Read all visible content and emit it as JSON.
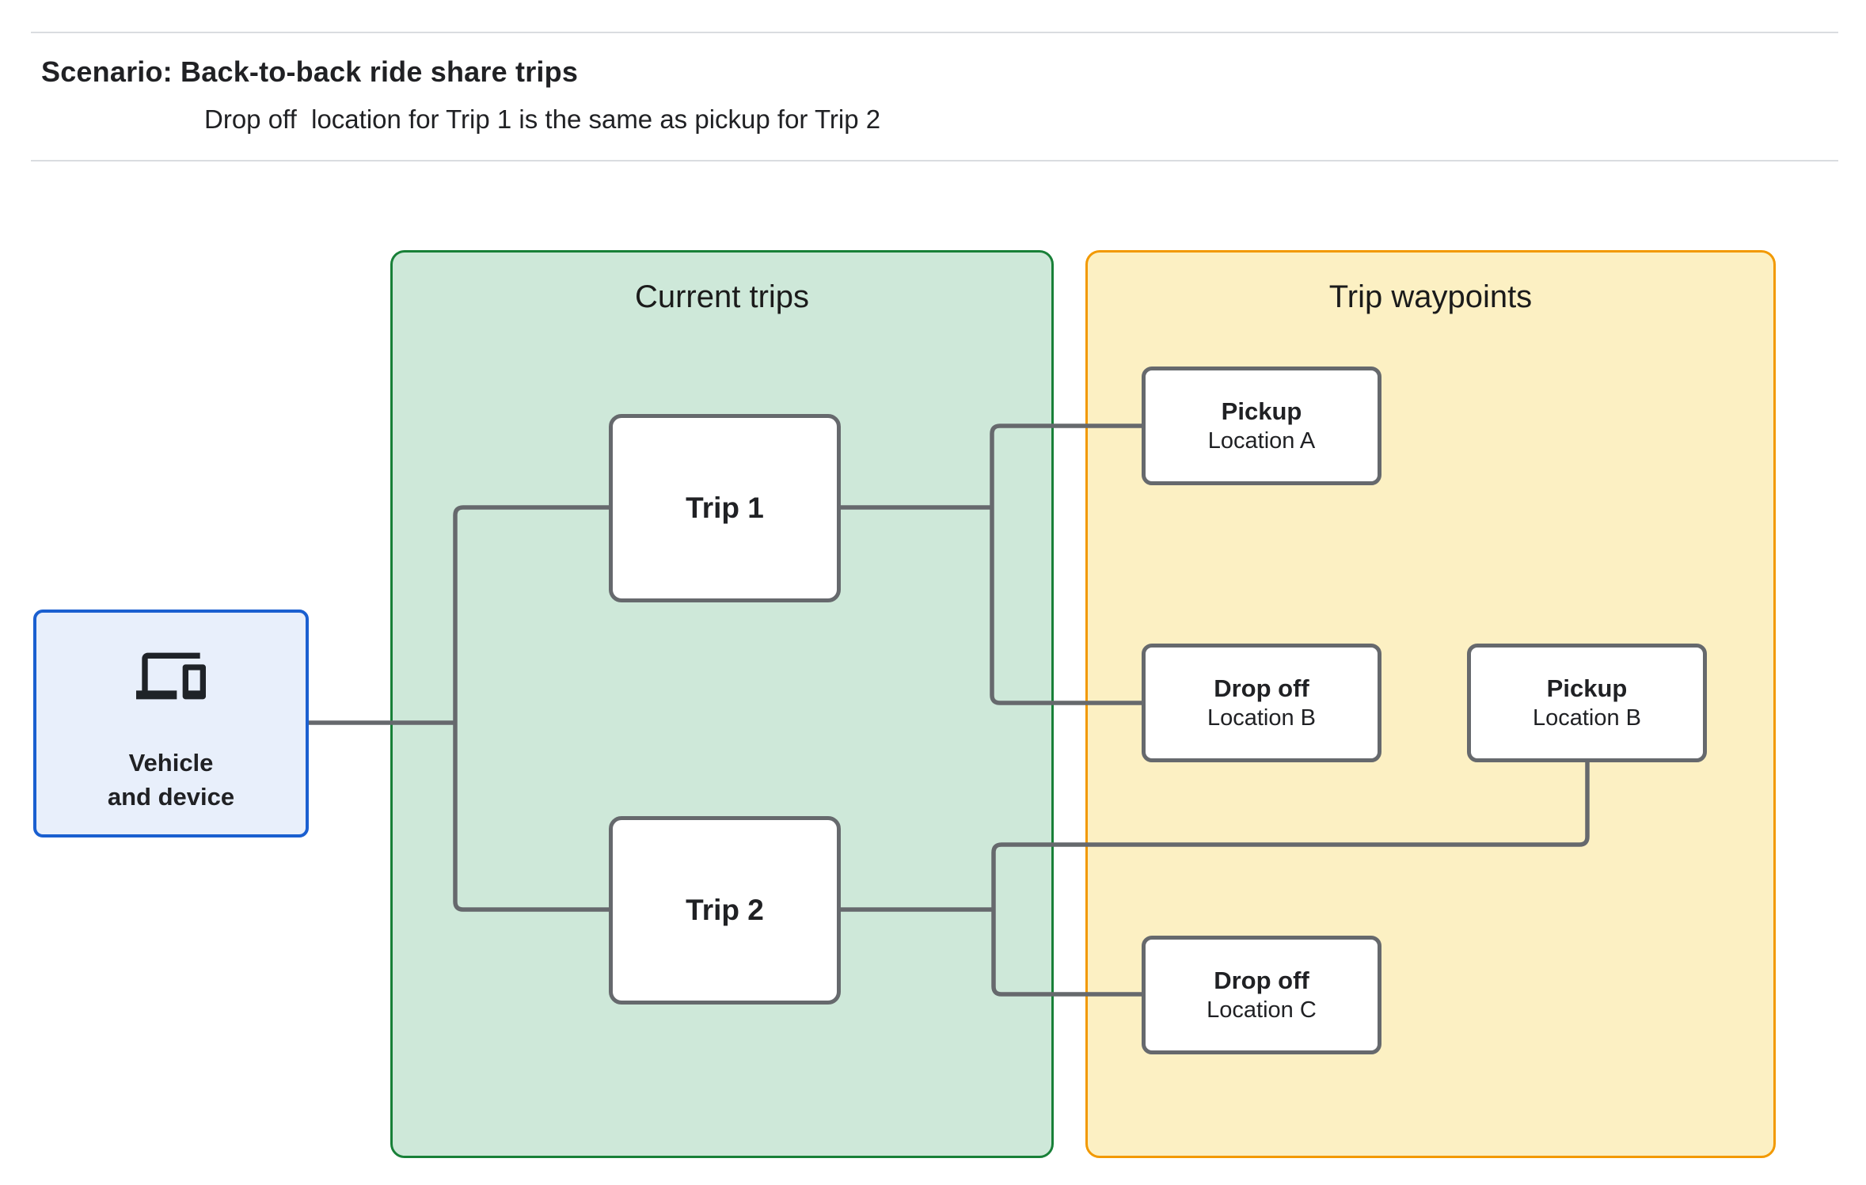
{
  "header": {
    "title": "Scenario: Back-to-back ride share trips",
    "subtitle": "Drop off  location for Trip 1 is the same as pickup for Trip 2"
  },
  "diagram": {
    "vehicle_node": {
      "icon": "devices-icon",
      "label_line1": "Vehicle",
      "label_line2": "and device",
      "fill": "#e8effb",
      "border": "#1a5fd0"
    },
    "groups": [
      {
        "id": "current-trips",
        "title": "Current trips",
        "fill": "#cee8d9",
        "border": "#188038"
      },
      {
        "id": "trip-waypoints",
        "title": "Trip waypoints",
        "fill": "#fcf0c3",
        "border": "#f29900"
      }
    ],
    "trips": [
      {
        "label": "Trip 1"
      },
      {
        "label": "Trip 2"
      }
    ],
    "waypoints": [
      {
        "title": "Pickup",
        "subtitle": "Location A"
      },
      {
        "title": "Drop off",
        "subtitle": "Location B"
      },
      {
        "title": "Pickup",
        "subtitle": "Location B"
      },
      {
        "title": "Drop off",
        "subtitle": "Location C"
      }
    ],
    "colors": {
      "connector": "#66696d",
      "node_border": "#66696d",
      "divider": "#dadce0",
      "text": "#202124"
    }
  }
}
